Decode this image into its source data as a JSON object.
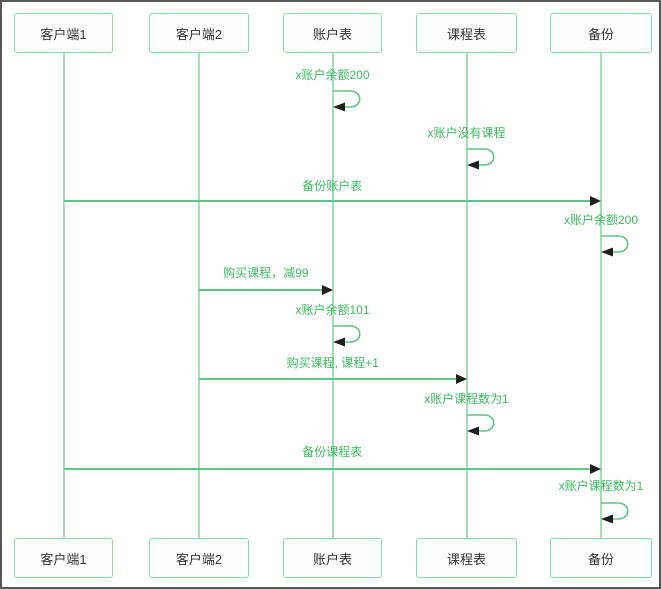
{
  "diagram": {
    "type": "sequence-diagram",
    "participants": [
      {
        "id": "client1",
        "label": "客户端1"
      },
      {
        "id": "client2",
        "label": "客户端2"
      },
      {
        "id": "account-table",
        "label": "账户表"
      },
      {
        "id": "course-table",
        "label": "课程表"
      },
      {
        "id": "backup",
        "label": "备份"
      }
    ],
    "messages": [
      {
        "kind": "self",
        "on": "account-table",
        "label": "x账户余额200"
      },
      {
        "kind": "self",
        "on": "course-table",
        "label": "x账户没有课程"
      },
      {
        "kind": "arrow",
        "from": "client1",
        "to": "backup",
        "label": "备份账户表"
      },
      {
        "kind": "self",
        "on": "backup",
        "label": "x账户余额200"
      },
      {
        "kind": "arrow",
        "from": "client2",
        "to": "account-table",
        "label": "购买课程，减99"
      },
      {
        "kind": "self",
        "on": "account-table",
        "label": "x账户余额101"
      },
      {
        "kind": "arrow",
        "from": "client2",
        "to": "course-table",
        "label": "购买课程, 课程+1"
      },
      {
        "kind": "self",
        "on": "course-table",
        "label": "x账户课程数为1"
      },
      {
        "kind": "arrow",
        "from": "client1",
        "to": "backup",
        "label": "备份课程表"
      },
      {
        "kind": "self",
        "on": "backup",
        "label": "x账户课程数为1"
      }
    ]
  },
  "colors": {
    "page_border": "#565656",
    "box_border": "#8fd7a4",
    "box_fill": "#fbfefc",
    "participant_text": "#333333",
    "lifeline": "#a5ddb5",
    "message_line": "#65c287",
    "label_text": "#3fb862",
    "arrowhead": "#1f1f1f"
  }
}
